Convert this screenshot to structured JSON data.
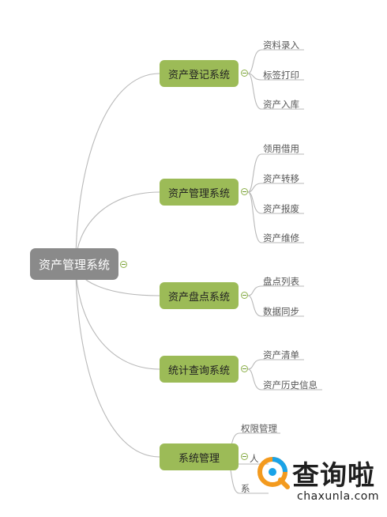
{
  "root": {
    "label": "资产管理系统"
  },
  "branches": [
    {
      "label": "资产登记系统",
      "leaves": [
        "资料录入",
        "标签打印",
        "资产入库"
      ]
    },
    {
      "label": "资产管理系统",
      "leaves": [
        "领用借用",
        "资产转移",
        "资产报废",
        "资产维修"
      ]
    },
    {
      "label": "资产盘点系统",
      "leaves": [
        "盘点列表",
        "数据同步"
      ]
    },
    {
      "label": "统计查询系统",
      "leaves": [
        "资产清单",
        "资产历史信息"
      ]
    },
    {
      "label": "系统管理",
      "leaves": [
        "权限管理",
        "人",
        "系"
      ]
    }
  ],
  "colors": {
    "root_fill": "#8a8a8a",
    "branch_fill": "#9cbb57",
    "connector": "#b9b9b9",
    "logo_orange": "#f39a1e",
    "logo_blue": "#1aa3e8"
  },
  "watermark": {
    "cn": "查询啦",
    "en": "chaxunla.com"
  }
}
